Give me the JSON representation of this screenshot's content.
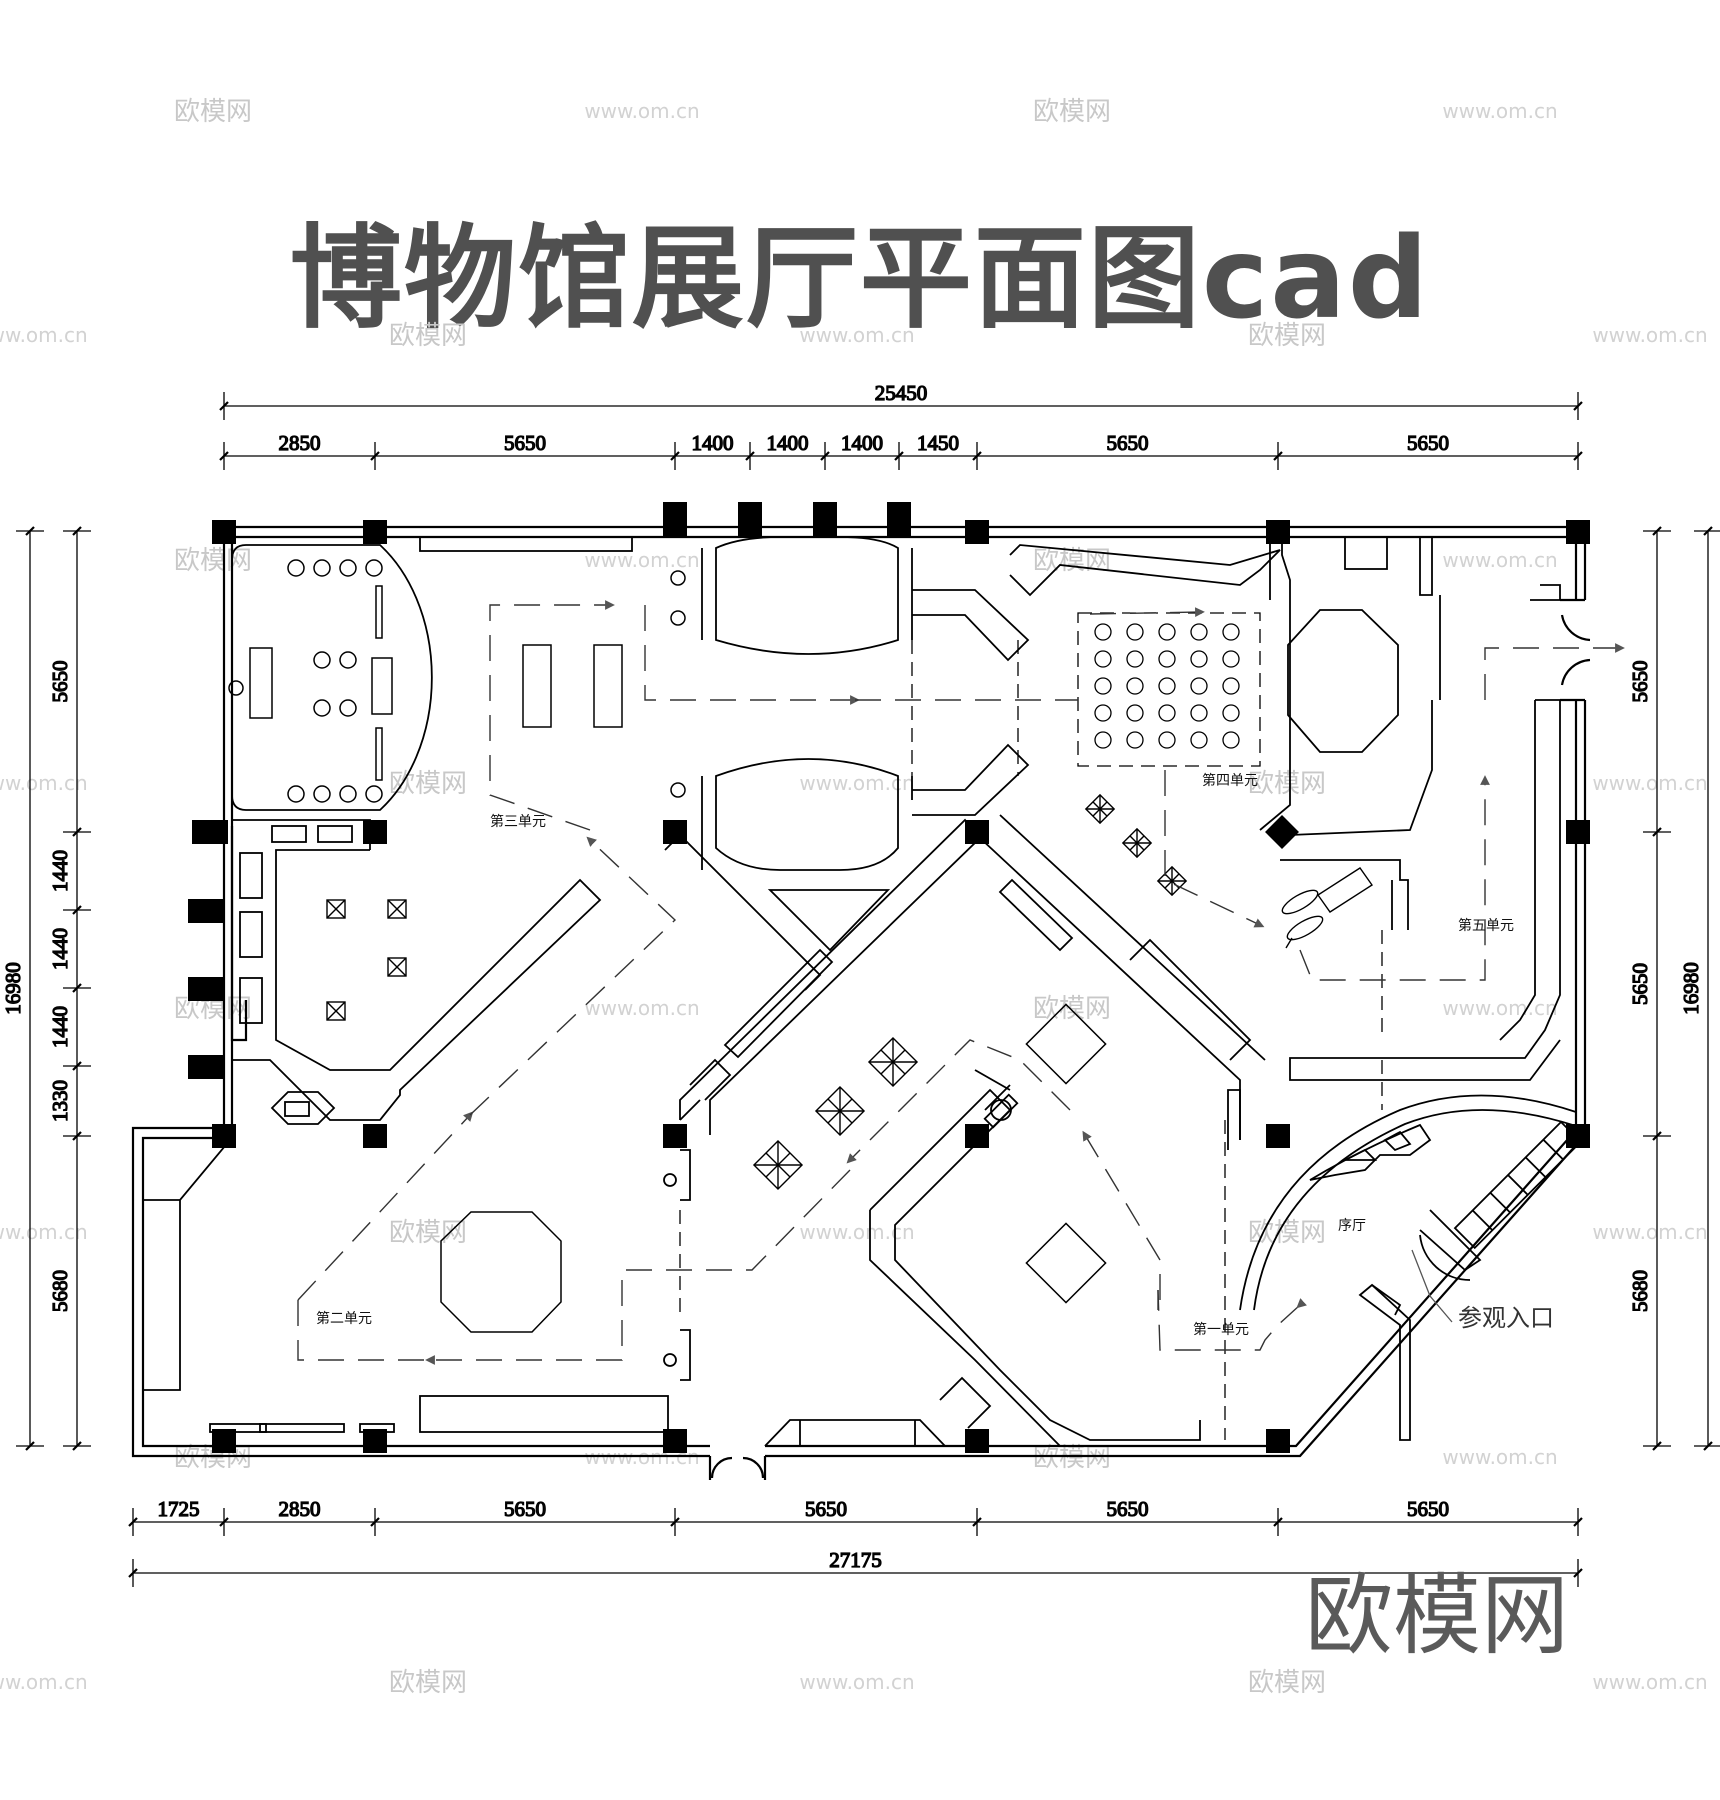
{
  "title": "博物馆展厅平面图cad",
  "brand": "欧模网",
  "watermarks": {
    "logo_text": "欧模网",
    "url_text": "www.om.cn"
  },
  "dimensions": {
    "top_total": "25450",
    "top": [
      "2850",
      "5650",
      "1400",
      "1400",
      "1400",
      "1450",
      "5650",
      "5650"
    ],
    "bottom_total": "27175",
    "bottom": [
      "1725",
      "2850",
      "5650",
      "5650",
      "5650",
      "5650"
    ],
    "left_total": "16980",
    "left": [
      "5650",
      "1440",
      "1440",
      "1440",
      "1330",
      "5680"
    ],
    "right_total": "16980",
    "right": [
      "5650",
      "5650",
      "5680"
    ]
  },
  "rooms": {
    "unit1": "第一单元",
    "unit2": "第二单元",
    "unit3": "第三单元",
    "unit4": "第四单元",
    "unit5": "第五单元",
    "lobby": "序厅",
    "entrance": "参观入口"
  },
  "colors": {
    "ink": "#000000",
    "title": "#505050",
    "watermark": "#c8c8c8"
  }
}
